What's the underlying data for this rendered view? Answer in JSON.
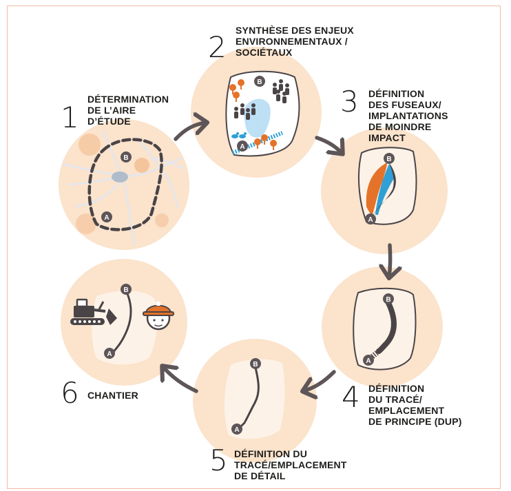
{
  "steps": [
    {
      "number": "1",
      "lines": [
        "DÉTERMINATION",
        "DE L’AIRE",
        "D’ÉTUDE"
      ]
    },
    {
      "number": "2",
      "lines": [
        "SYNTHÈSE DES ENJEUX",
        "ENVIRONNEMENTAUX /",
        "SOCIÉTAUX"
      ]
    },
    {
      "number": "3",
      "lines": [
        "DÉFINITION",
        "DES FUSEAUX/",
        "IMPLANTATIONS",
        "DE MOINDRE",
        "IMPACT"
      ]
    },
    {
      "number": "4",
      "lines": [
        "DÉFINITION",
        "DU TRACÉ/",
        "EMPLACEMENT",
        "DE PRINCIPE (DUP)"
      ]
    },
    {
      "number": "5",
      "lines": [
        "DÉFINITION DU",
        "TRACÉ/EMPLACEMENT",
        "DE DÉTAIL"
      ]
    },
    {
      "number": "6",
      "lines": [
        "CHANTIER"
      ]
    }
  ],
  "markers": {
    "start": "A",
    "end": "B"
  },
  "colors": {
    "circle": "#fbe3cc",
    "blob": "#fdf2e7",
    "orange": "#e47329",
    "blue": "#2f9fd6",
    "light_blue": "#bde0f5",
    "arrow": "#5d5557",
    "dark": "#4a4447",
    "frame": "#f4b9a3"
  }
}
